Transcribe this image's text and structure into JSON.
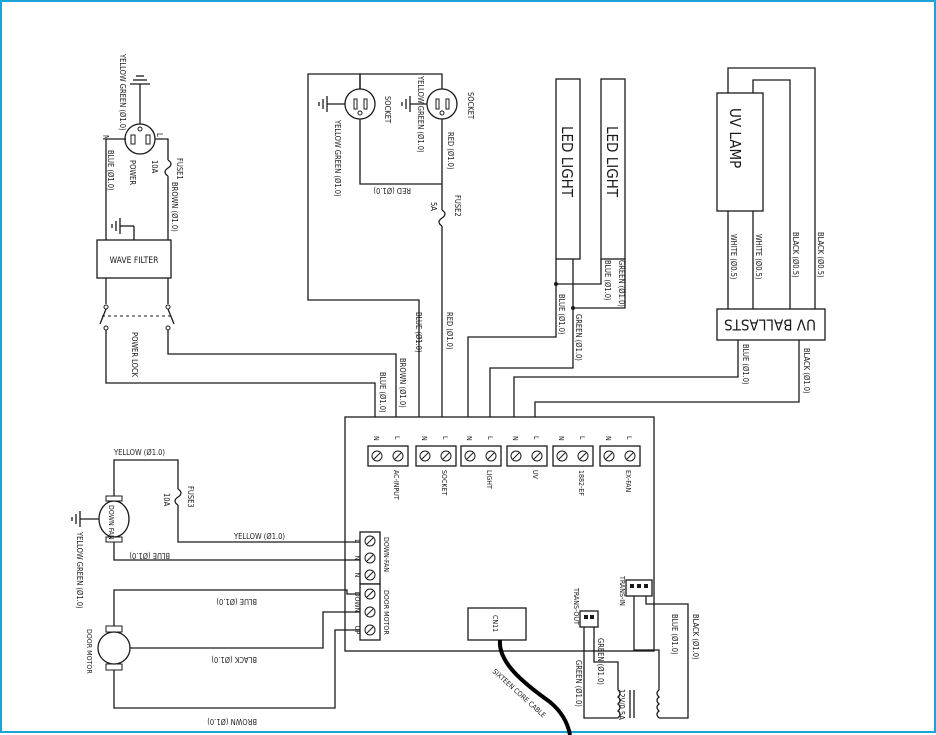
{
  "power": {
    "label": "POWER",
    "n": "N",
    "l": "L",
    "yellow_green": "YELLOW GREEN (Ø1.0)",
    "blue": "BLUE (Ø1.0)",
    "brown": "BROWN (Ø1.0)",
    "fuse1": "FUSE1",
    "fuse1_rating": "10A"
  },
  "wave_filter": "WAVE FILTER",
  "power_lock": "POWER LOCK",
  "sockets": {
    "socket1": "SOCKET",
    "socket2": "SOCKET",
    "yellow_green_left": "YELLOW GREEN (Ø1.0)",
    "yellow_green_right": "YELLOW GREEN (Ø1.0)",
    "red_right": "RED (Ø1.0)",
    "red_bottom": "RED (Ø1.0)",
    "fuse2": "FUSE2",
    "fuse2_rating": "5A",
    "blue": "BLUE (Ø1.0)",
    "red_down": "RED (Ø1.0)"
  },
  "led": {
    "light1": "LED LIGHT",
    "light2": "LED LIGHT",
    "blue1": "BLUE (Ø1.0)",
    "green1": "GREEN (Ø1.0)",
    "blue2": "BLUE (Ø1.0)",
    "green2": "GREEN (Ø1.0)"
  },
  "uv": {
    "lamp": "UV LAMP",
    "ballasts": "UV BALLASTS",
    "white1": "WHITE (Ø0.5)",
    "white2": "WHITE (Ø0.5)",
    "black1": "BLACK (Ø0.5)",
    "black2": "BLACK (Ø0.5)",
    "blue": "BLUE (Ø1.0)",
    "black": "BLACK (Ø1.0)"
  },
  "ac_input_wires": {
    "blue": "BLUE (Ø1.0)",
    "brown": "BROWN (Ø1.0)"
  },
  "board": {
    "terminals": [
      {
        "name": "AC-INPUT",
        "left": "N",
        "right": "L"
      },
      {
        "name": "SOCKET",
        "left": "N",
        "right": "L"
      },
      {
        "name": "LIGHT",
        "left": "N",
        "right": "L"
      },
      {
        "name": "UV",
        "left": "N",
        "right": "L"
      },
      {
        "name": "1882-EF",
        "left": "N",
        "right": "L"
      },
      {
        "name": "EX-FAN",
        "left": "N",
        "right": "L"
      }
    ],
    "down_fan": "DOWN-FAN",
    "door_motor": "DOOR MOTOR",
    "down_fan_pins": [
      "L",
      "N",
      "N"
    ],
    "door_pins": [
      "DOWN",
      "UP"
    ],
    "cn": "CN11",
    "trans_out": "TRANS-OUT",
    "trans_in": "TRANS-IN"
  },
  "fan": {
    "label": "DOWN FAN",
    "yellow_top": "YELLOW (Ø1.0)",
    "fuse3": "FUSE3",
    "fuse3_rating": "10A",
    "yellow": "YELLOW (Ø1.0)",
    "blue": "BLUE (Ø1.0)",
    "yellow_green": "YELLOW GREEN (Ø1.0)"
  },
  "motor": {
    "label": "DOOR MOTOR",
    "blue": "BLUE (Ø1.0)",
    "black": "BLACK (Ø1.0)",
    "brown": "BROWN (Ø1.0)"
  },
  "cable": "SIXTEEN CORE CABLE",
  "transformer": {
    "label": "12V/0.5A",
    "green1": "GREEN (Ø1.0)",
    "green2": "GREEN (Ø1.0)",
    "blue": "BLUE (Ø1.0)",
    "black": "BLACK (Ø1.0)"
  }
}
